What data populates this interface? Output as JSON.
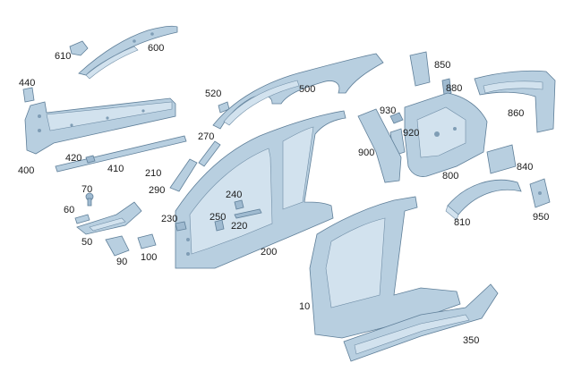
{
  "diagram": {
    "parts": [
      {
        "id": "p10",
        "label": "10"
      },
      {
        "id": "p50",
        "label": "50"
      },
      {
        "id": "p60",
        "label": "60"
      },
      {
        "id": "p70",
        "label": "70"
      },
      {
        "id": "p90",
        "label": "90"
      },
      {
        "id": "p100",
        "label": "100"
      },
      {
        "id": "p200",
        "label": "200"
      },
      {
        "id": "p210",
        "label": "210"
      },
      {
        "id": "p220",
        "label": "220"
      },
      {
        "id": "p230",
        "label": "230"
      },
      {
        "id": "p240",
        "label": "240"
      },
      {
        "id": "p250",
        "label": "250"
      },
      {
        "id": "p270",
        "label": "270"
      },
      {
        "id": "p290",
        "label": "290"
      },
      {
        "id": "p350",
        "label": "350"
      },
      {
        "id": "p400",
        "label": "400"
      },
      {
        "id": "p410",
        "label": "410"
      },
      {
        "id": "p420",
        "label": "420"
      },
      {
        "id": "p440",
        "label": "440"
      },
      {
        "id": "p500",
        "label": "500"
      },
      {
        "id": "p520",
        "label": "520"
      },
      {
        "id": "p600",
        "label": "600"
      },
      {
        "id": "p610",
        "label": "610"
      },
      {
        "id": "p800",
        "label": "800"
      },
      {
        "id": "p810",
        "label": "810"
      },
      {
        "id": "p840",
        "label": "840"
      },
      {
        "id": "p850",
        "label": "850"
      },
      {
        "id": "p860",
        "label": "860"
      },
      {
        "id": "p880",
        "label": "880"
      },
      {
        "id": "p900",
        "label": "900"
      },
      {
        "id": "p920",
        "label": "920"
      },
      {
        "id": "p930",
        "label": "930"
      },
      {
        "id": "p950",
        "label": "950"
      }
    ]
  }
}
